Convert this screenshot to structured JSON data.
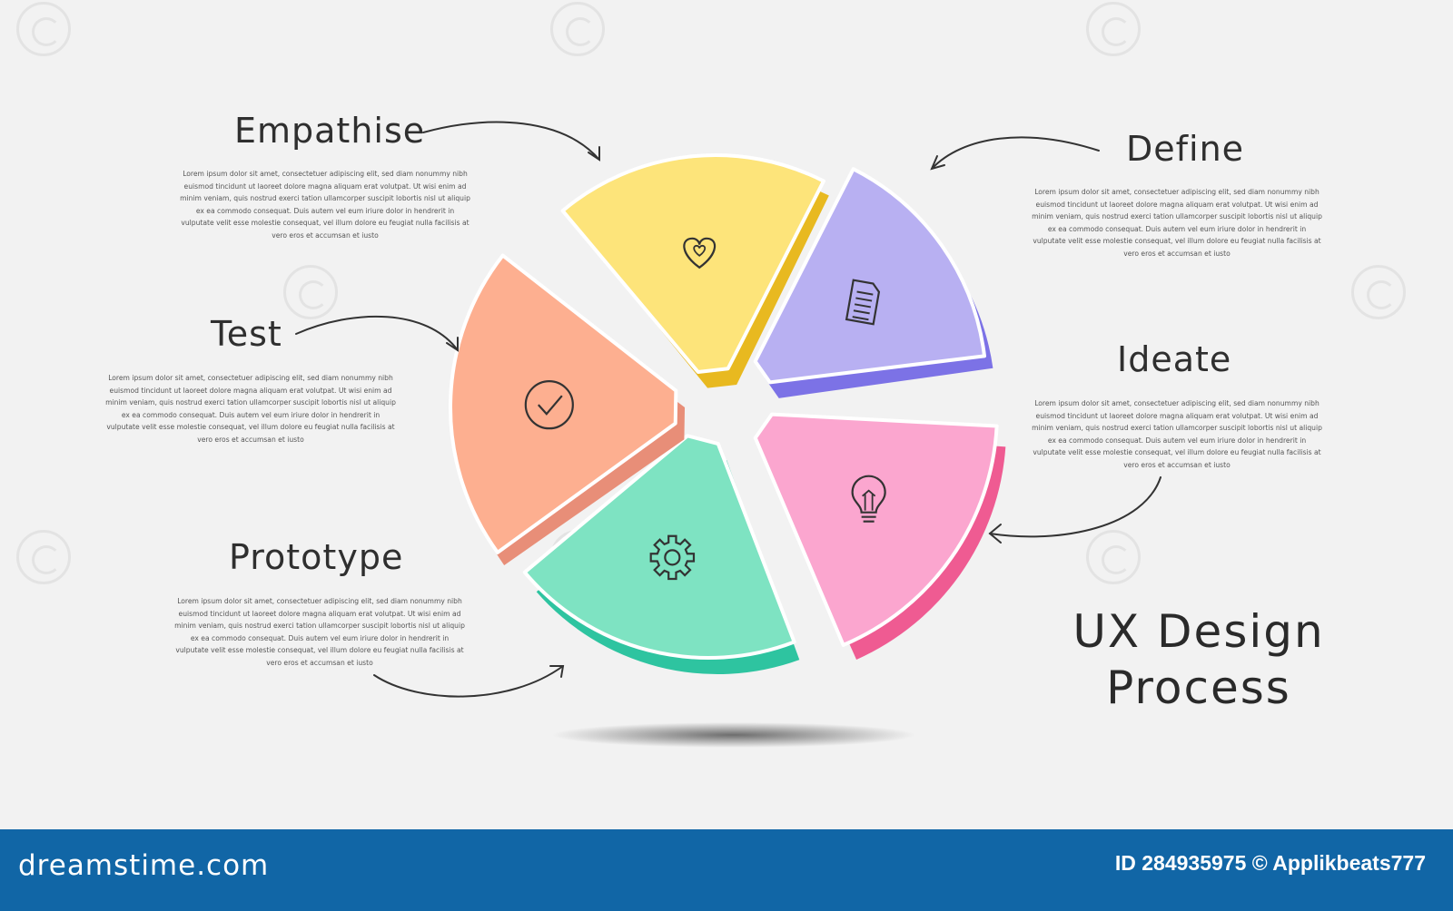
{
  "title_line1": "UX Design",
  "title_line2": "Process",
  "steps": [
    {
      "title": "Empathise",
      "color": "#fde47a",
      "shade": "#e8b920",
      "icon": "heart-icon",
      "body": "Lorem ipsum dolor sit amet, consectetuer adipiscing elit, sed diam nonummy nibh euismod tincidunt ut laoreet dolore magna aliquam erat volutpat. Ut wisi enim ad minim veniam, quis nostrud exerci tation ullamcorper suscipit lobortis nisl ut aliquip ex ea commodo consequat. Duis autem vel eum iriure dolor in hendrerit in vulputate velit esse molestie consequat, vel illum dolore eu feugiat nulla facilisis at vero eros et accumsan et iusto"
    },
    {
      "title": "Define",
      "color": "#b8b0f2",
      "shade": "#7c72e6",
      "icon": "document-icon",
      "body": "Lorem ipsum dolor sit amet, consectetuer adipiscing elit, sed diam nonummy nibh euismod tincidunt ut laoreet dolore magna aliquam erat volutpat. Ut wisi enim ad minim veniam, quis nostrud exerci tation ullamcorper suscipit lobortis nisl ut aliquip ex ea commodo consequat. Duis autem vel eum iriure dolor in hendrerit in vulputate velit esse molestie consequat, vel illum dolore eu feugiat nulla facilisis at vero eros et accumsan et iusto"
    },
    {
      "title": "Ideate",
      "color": "#fba6cf",
      "shade": "#ef5b92",
      "icon": "lightbulb-icon",
      "body": "Lorem ipsum dolor sit amet, consectetuer adipiscing elit, sed diam nonummy nibh euismod tincidunt ut laoreet dolore magna aliquam erat volutpat. Ut wisi enim ad minim veniam, quis nostrud exerci tation ullamcorper suscipit lobortis nisl ut aliquip ex ea commodo consequat. Duis autem vel eum iriure dolor in hendrerit in vulputate velit esse molestie consequat, vel illum dolore eu feugiat nulla facilisis at vero eros et accumsan et iusto"
    },
    {
      "title": "Prototype",
      "color": "#7ee3c2",
      "shade": "#2ec4a0",
      "icon": "gear-icon",
      "body": "Lorem ipsum dolor sit amet, consectetuer adipiscing elit, sed diam nonummy nibh euismod tincidunt ut laoreet dolore magna aliquam erat volutpat. Ut wisi enim ad minim veniam, quis nostrud exerci tation ullamcorper suscipit lobortis nisl ut aliquip ex ea commodo consequat. Duis autem vel eum iriure dolor in hendrerit in vulputate velit esse molestie consequat, vel illum dolore eu feugiat nulla facilisis at vero eros et accumsan et iusto"
    },
    {
      "title": "Test",
      "color": "#fdaf90",
      "shade": "#e88e78",
      "icon": "check-circle-icon",
      "body": "Lorem ipsum dolor sit amet, consectetuer adipiscing elit, sed diam nonummy nibh euismod tincidunt ut laoreet dolore magna aliquam erat volutpat. Ut wisi enim ad minim veniam, quis nostrud exerci tation ullamcorper suscipit lobortis nisl ut aliquip ex ea commodo consequat. Duis autem vel eum iriure dolor in hendrerit in vulputate velit esse molestie consequat, vel illum dolore eu feugiat nulla facilisis at vero eros et accumsan et iusto"
    }
  ],
  "footer": {
    "brand": "dreamstime.com",
    "id_text": "ID 284935975 © Applikbeats777",
    "color": "#1166a6"
  }
}
